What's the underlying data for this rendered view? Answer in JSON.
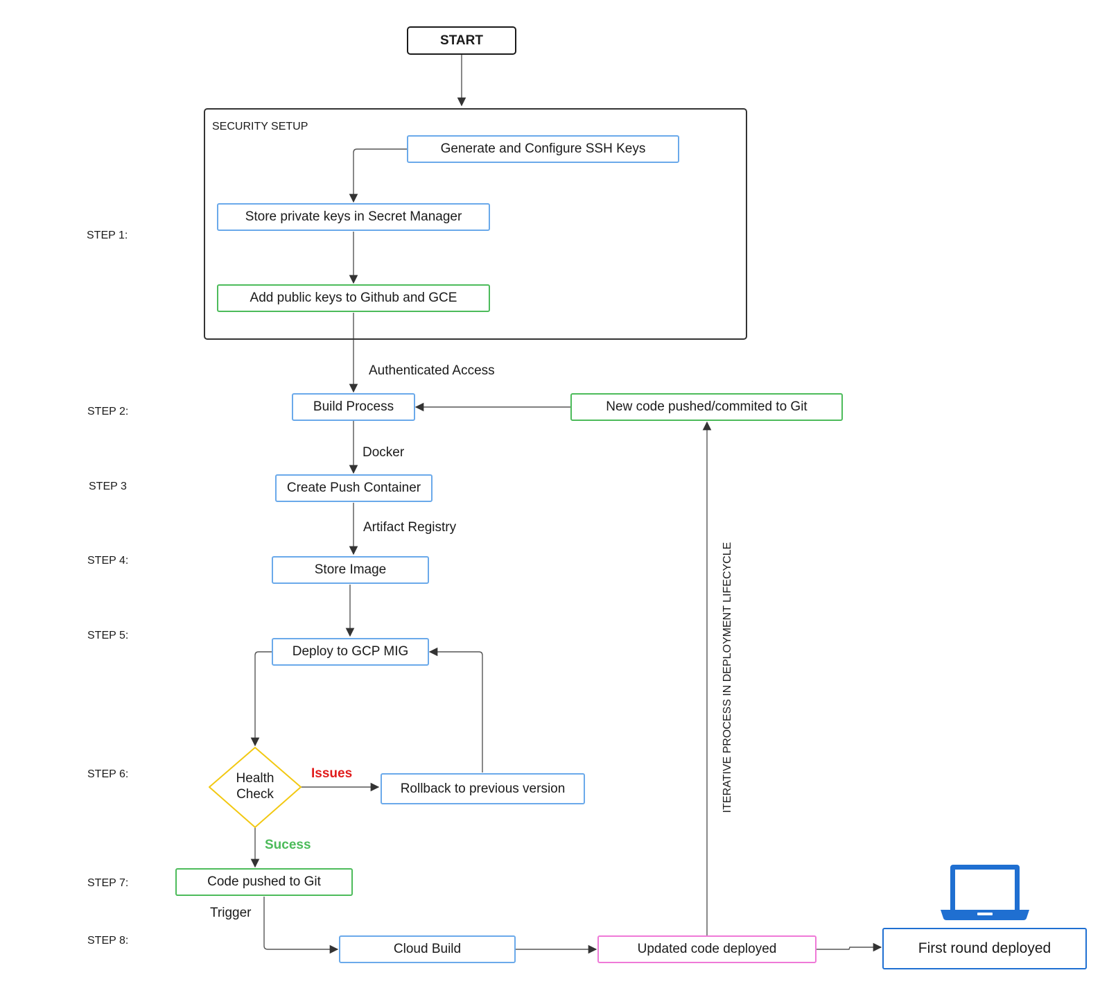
{
  "start": "START",
  "security_group": {
    "title": "SECURITY SETUP"
  },
  "steps": {
    "s1": "STEP 1:",
    "s2": "STEP 2:",
    "s3": "STEP 3",
    "s4": "STEP 4:",
    "s5": "STEP 5:",
    "s6": "STEP 6:",
    "s7": "STEP 7:",
    "s8": "STEP 8:"
  },
  "nodes": {
    "ssh_keys": "Generate and Configure SSH Keys",
    "store_private": "Store private keys in Secret Manager",
    "add_public": "Add public keys to Github and GCE",
    "build_process": "Build Process",
    "new_code": "New code pushed/commited to Git",
    "create_push": "Create Push Container",
    "store_image": "Store Image",
    "deploy": "Deploy to GCP MIG",
    "health_line1": "Health",
    "health_line2": "Check",
    "rollback": "Rollback to previous version",
    "code_pushed": "Code pushed to Git",
    "cloud_build": "Cloud Build",
    "updated": "Updated code deployed",
    "first_round": "First round deployed"
  },
  "edge_labels": {
    "auth": "Authenticated Access",
    "docker": "Docker",
    "artifact": "Artifact Registry",
    "issues": "Issues",
    "success": "Sucess",
    "trigger": "Trigger"
  },
  "lifecycle_label": "ITERATIVE PROCESS IN DEPLOYMENT LIFECYCLE",
  "colors": {
    "process_border": "#6aa9ea",
    "success_border": "#4cbb5a",
    "deploy_border": "#ef79d7",
    "decision_border": "#f2c811",
    "issues_text": "#e11b1b",
    "success_text": "#4cbb5a",
    "laptop": "#1f6fd1"
  },
  "icons": {
    "laptop": "laptop-icon"
  }
}
